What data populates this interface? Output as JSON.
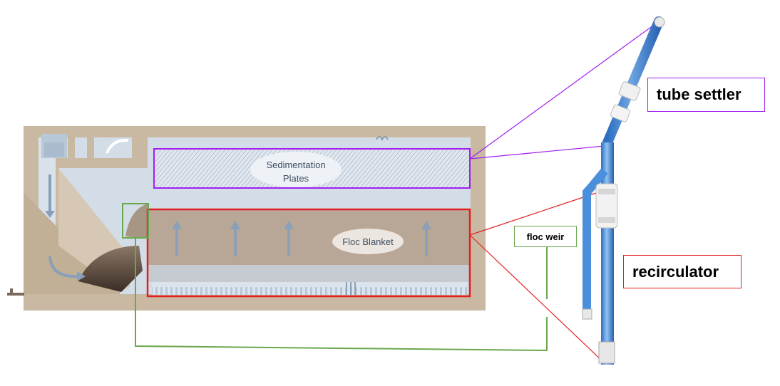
{
  "diagram": {
    "tank_labels": {
      "sedimentation_line1": "Sedimentation",
      "sedimentation_line2": "Plates",
      "floc_blanket": "Floc Blanket"
    },
    "callouts": {
      "tube_settler": "tube settler",
      "recirculator": "recirculator",
      "floc_weir": "floc weir"
    },
    "colors": {
      "tube_settler_box": "#a020f0",
      "recirculator_box": "#e32020",
      "floc_weir_box": "#6aa84f",
      "concrete": "#c9b9a2",
      "water": "#d3dde8",
      "floc": "#b8a796",
      "tube": "#3b82d6"
    }
  }
}
